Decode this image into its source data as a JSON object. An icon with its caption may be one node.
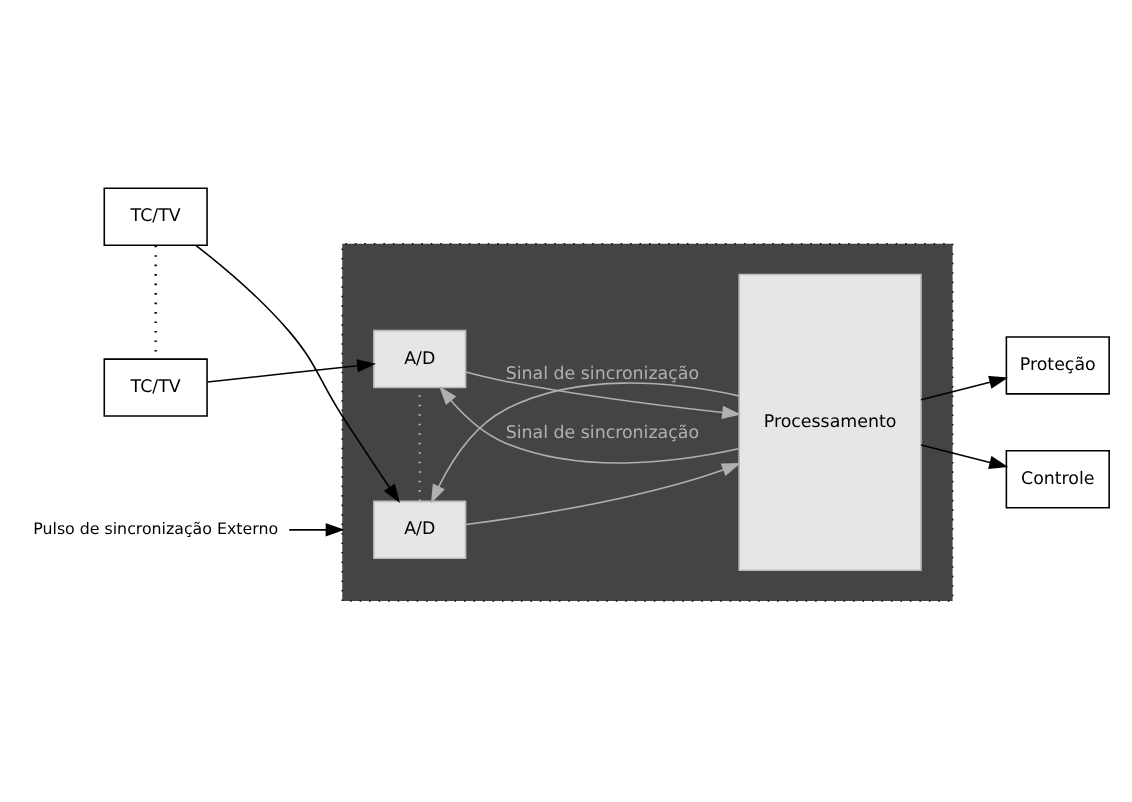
{
  "diagram": {
    "nodes": [
      {
        "text": [],
        "shape": "box"
      },
      {
        "text": [
          "TC/TV"
        ]
      },
      {
        "text": [
          "A/D"
        ],
        "in": 0
      },
      {
        "text": [
          "Processamento"
        ],
        "in": 0
      },
      {
        "text": [
          "Proteção"
        ]
      },
      {
        "text": [
          "TC/TV"
        ]
      },
      {
        "text": [
          "A/D"
        ],
        "in": 0
      },
      {
        "text": [
          "Controle"
        ]
      },
      {
        "text": [
          "Pulso de sincronização Externo"
        ]
      }
    ],
    "edges": [
      {
        "from": 8,
        "to": 0,
        "arrow": "to"
      },
      {
        "from": 1,
        "to": 2,
        "arrow": "to"
      },
      {
        "from": 2,
        "to": 3,
        "arrow": "to",
        "color": "#b0b0b0"
      },
      {
        "from": 3,
        "to": 4,
        "arrow": "to"
      },
      {
        "from": 3,
        "to": 2,
        "arrow": "to",
        "label": "Sinal de sincronização",
        "color": "#b0b0b0"
      },
      {
        "from": 1,
        "to": 5,
        "arrow": "none",
        "style": "dashed"
      },
      {
        "from": 2,
        "to": 6,
        "arrow": "none",
        "style": "dashed",
        "color": "#b0b0b0"
      },
      {
        "from": 5,
        "to": 6,
        "arrow": "to"
      },
      {
        "from": 6,
        "to": 3,
        "arrow": "to",
        "color": "#b0b0b0"
      },
      {
        "from": 3,
        "to": 7,
        "arrow": "to"
      },
      {
        "from": 3,
        "to": 6,
        "arrow": "to",
        "label": "Sinal de sincronização",
        "color": "#b0b0b0"
      }
    ]
  }
}
